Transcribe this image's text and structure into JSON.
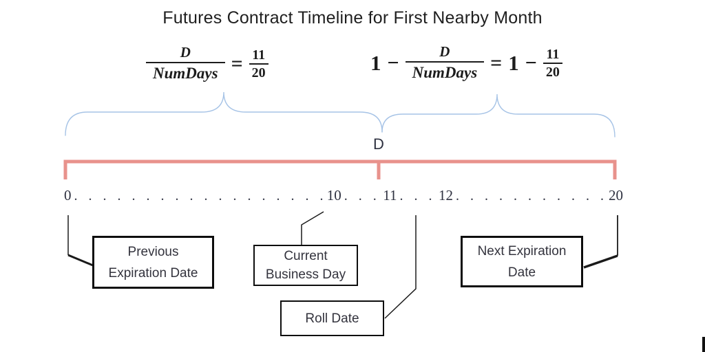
{
  "title": "Futures Contract Timeline for First Nearby Month",
  "colors": {
    "accent-red": "#e8928c",
    "brace-blue": "#a6c3e6",
    "line-ink": "#1a1a1a",
    "text-ink": "#1f1f1f",
    "formula-ink": "#1c1c1c",
    "number-ink": "#2e3140",
    "box-border": "#0d0d0d",
    "box-text": "#33333d"
  },
  "formula_left": {
    "num": "D",
    "den": "NumDays",
    "equals": "=",
    "rhs_num": "11",
    "rhs_den": "20"
  },
  "formula_right": {
    "one": "1",
    "minus": "−",
    "num": "D",
    "den": "NumDays",
    "equals": "=",
    "rhs_one": "1",
    "rhs_minus": "−",
    "rhs_num": "11",
    "rhs_den": "20"
  },
  "d_label": "D",
  "timeline": {
    "labels": [
      "0",
      "10",
      "11",
      "12",
      "20"
    ],
    "dots_long": ". . . . . . . . . . . . . . . . . . . . . . . . . . . . . . . . . . . . . . . . . . . . .",
    "dots_short": ". . ."
  },
  "boxes": {
    "previous": {
      "line1": "Previous",
      "line2": "Expiration Date"
    },
    "current": {
      "line1": "Current",
      "line2": "Business Day"
    },
    "roll": {
      "label": "Roll Date"
    },
    "next": {
      "line1": "Next Expiration",
      "line2": "Date"
    }
  }
}
